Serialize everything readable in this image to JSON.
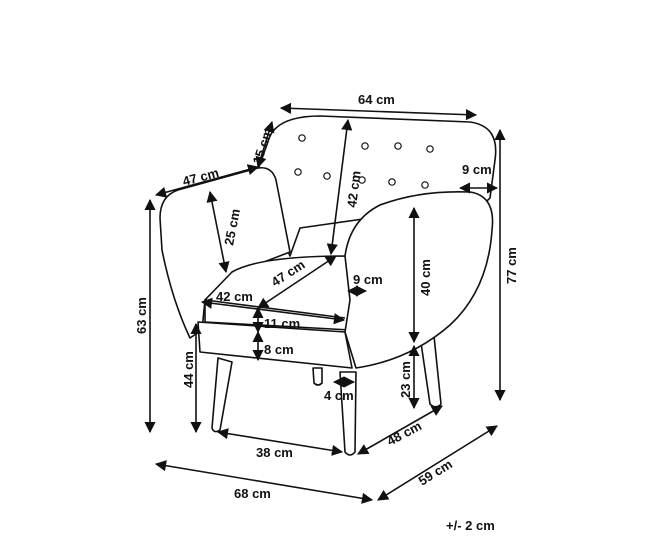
{
  "colors": {
    "line": "#111111",
    "background": "#ffffff"
  },
  "dimensions": {
    "back_width": "64 cm",
    "back_top_height": "15 cm",
    "arm_depth": "47 cm",
    "back_cushion_height": "42 cm",
    "arm_width": "9 cm",
    "total_height": "77 cm",
    "inner_arm_height": "25 cm",
    "seat_depth": "47 cm",
    "seat_arm_gap": "9 cm",
    "arm_front_height": "40 cm",
    "seat_width": "42 cm",
    "seat_cushion": "11 cm",
    "frame_height": "8 cm",
    "arm_height": "63 cm",
    "seat_height": "44 cm",
    "leg_height": "23 cm",
    "leg_width": "4 cm",
    "leg_span": "38 cm",
    "base_depth": "48 cm",
    "total_width": "68 cm",
    "total_depth": "59 cm"
  },
  "tolerance": "+/- 2 cm"
}
